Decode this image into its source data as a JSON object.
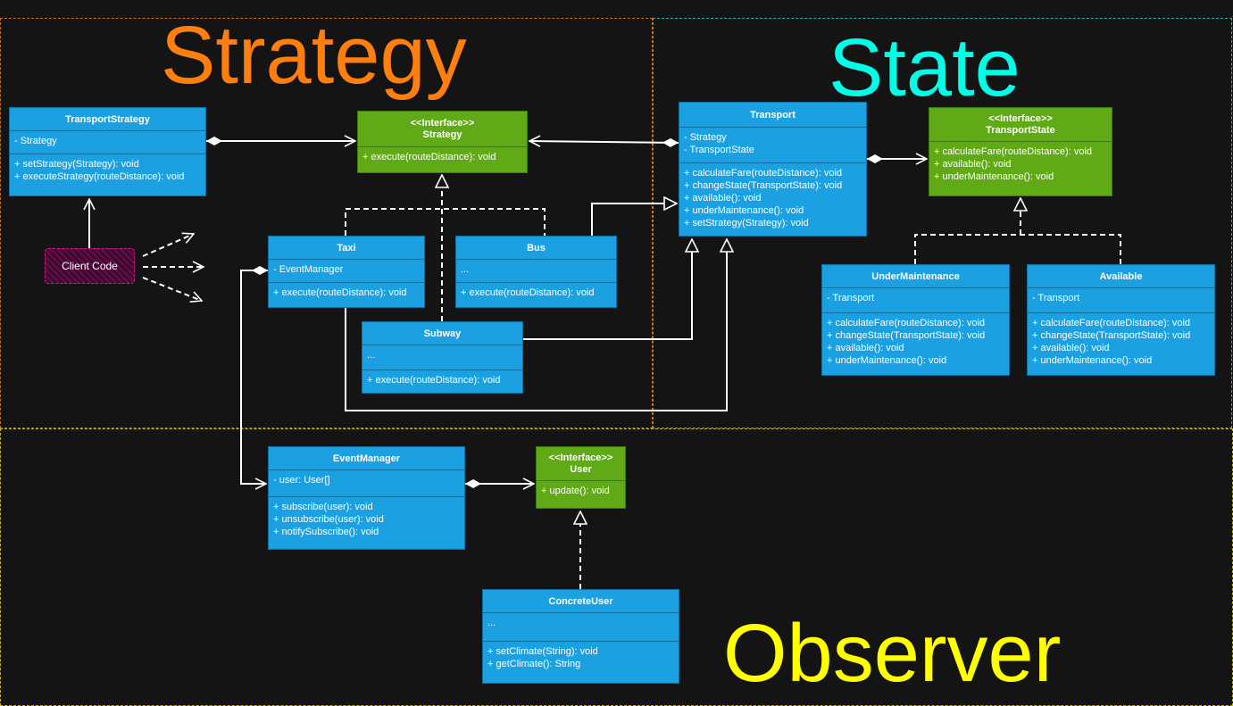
{
  "titles": {
    "strategy": "Strategy",
    "state": "State",
    "observer": "Observer"
  },
  "colors": {
    "background": "#141414",
    "strategy_title": "#ff7f0e",
    "state_title": "#00ffe6",
    "observer_title": "#ffff00",
    "class_fill": "#1ba1e2",
    "interface_fill": "#60a917",
    "client_fill": "#6a0b4c"
  },
  "client_code": {
    "label": "Client Code"
  },
  "classes": {
    "transport_strategy": {
      "name": "TransportStrategy",
      "attributes": [
        "- Strategy"
      ],
      "methods": [
        "+ setStrategy(Strategy): void",
        "+ executeStrategy(routeDistance): void"
      ]
    },
    "strategy": {
      "stereotype": "<<Interface>>",
      "name": "Strategy",
      "methods": [
        "+ execute(routeDistance): void"
      ]
    },
    "taxi": {
      "name": "Taxi",
      "attributes": [
        "- EventManager"
      ],
      "methods": [
        "+ execute(routeDistance): void"
      ]
    },
    "bus": {
      "name": "Bus",
      "attributes": [
        "..."
      ],
      "methods": [
        "+ execute(routeDistance): void"
      ]
    },
    "subway": {
      "name": "Subway",
      "attributes": [
        "..."
      ],
      "methods": [
        "+ execute(routeDistance): void"
      ]
    },
    "transport": {
      "name": "Transport",
      "attributes": [
        "- Strategy",
        "- TransportState"
      ],
      "methods": [
        "+ calculateFare(routeDistance): void",
        "+ changeState(TransportState): void",
        "+ available(): void",
        "+ underMaintenance(): void",
        "+ setStrategy(Strategy): void"
      ]
    },
    "transport_state": {
      "stereotype": "<<Interface>>",
      "name": "TransportState",
      "methods": [
        "+ calculateFare(routeDistance): void",
        "+ available(): void",
        "+ underMaintenance(): void"
      ]
    },
    "under_maintenance": {
      "name": "UnderMaintenance",
      "attributes": [
        "- Transport"
      ],
      "methods": [
        "+ calculateFare(routeDistance): void",
        "+ changeState(TransportState): void",
        "+ available(): void",
        "+ underMaintenance(): void"
      ]
    },
    "available": {
      "name": "Available",
      "attributes": [
        "- Transport"
      ],
      "methods": [
        "+ calculateFare(routeDistance): void",
        "+ changeState(TransportState): void",
        "+ available(): void",
        "+ underMaintenance(): void"
      ]
    },
    "event_manager": {
      "name": "EventManager",
      "attributes": [
        "- user: User[]"
      ],
      "methods": [
        "+ subscribe(user): void",
        "+ unsubscribe(user): void",
        "+ notifySubscribe(): void"
      ]
    },
    "user": {
      "stereotype": "<<Interface>>",
      "name": "User",
      "methods": [
        "+ update(): void"
      ]
    },
    "concrete_user": {
      "name": "ConcreteUser",
      "attributes": [
        "..."
      ],
      "methods": [
        "+ setClimate(String): void",
        "+ getClimate(): String"
      ]
    }
  }
}
